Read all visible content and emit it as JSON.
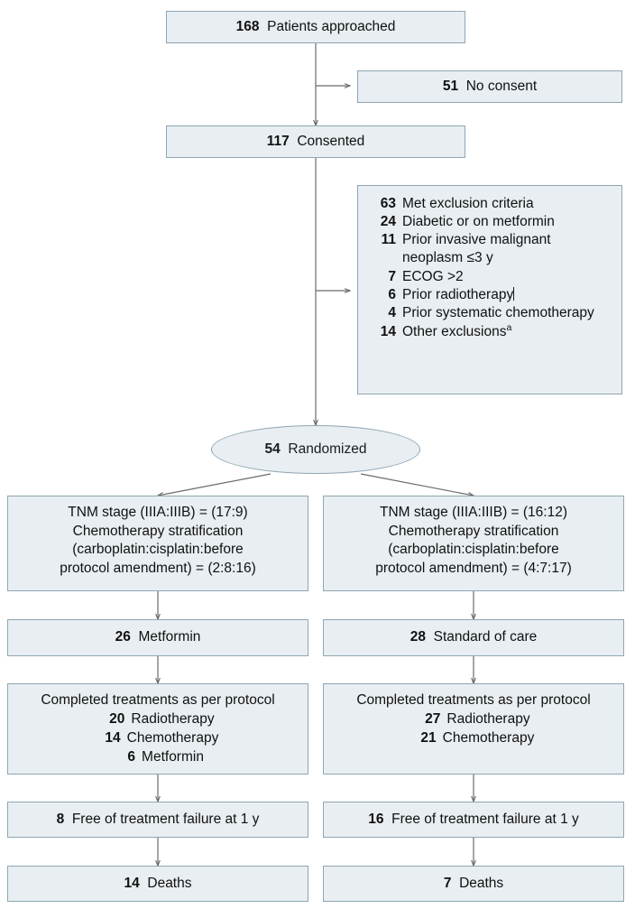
{
  "diagram": {
    "type": "consort-flow-diagram",
    "nodes": {
      "approached": {
        "num": "168",
        "label": "Patients approached"
      },
      "no_consent": {
        "num": "51",
        "label": "No consent"
      },
      "consented": {
        "num": "117",
        "label": "Consented"
      },
      "exclusions": {
        "header_num": "63",
        "header_label": "Met exclusion criteria",
        "items": [
          {
            "num": "24",
            "label": "Diabetic or on metformin"
          },
          {
            "num": "11",
            "label": "Prior invasive malignant neoplasm ≤3 y"
          },
          {
            "num": "7",
            "label": "ECOG >2"
          },
          {
            "num": "6",
            "label": "Prior radiotherapy"
          },
          {
            "num": "4",
            "label": "Prior systematic chemotherapy"
          },
          {
            "num": "14",
            "label": "Other exclusions",
            "footnote": "a"
          }
        ]
      },
      "randomized": {
        "num": "54",
        "label": "Randomized"
      },
      "left_strat": {
        "line1": "TNM stage (IIIA:IIIB) = (17:9)",
        "line2": "Chemotherapy stratification",
        "line3": "(carboplatin:cisplatin:before",
        "line4": "protocol amendment) = (2:8:16)"
      },
      "right_strat": {
        "line1": "TNM stage (IIIA:IIIB) = (16:12)",
        "line2": "Chemotherapy stratification",
        "line3": "(carboplatin:cisplatin:before",
        "line4": "protocol amendment) = (4:7:17)"
      },
      "left_arm": {
        "num": "26",
        "label": "Metformin"
      },
      "right_arm": {
        "num": "28",
        "label": "Standard of care"
      },
      "left_completed": {
        "header": "Completed treatments as per protocol",
        "items": [
          {
            "num": "20",
            "label": "Radiotherapy"
          },
          {
            "num": "14",
            "label": "Chemotherapy"
          },
          {
            "num": "6",
            "label": "Metformin"
          }
        ]
      },
      "right_completed": {
        "header": "Completed treatments as per protocol",
        "items": [
          {
            "num": "27",
            "label": "Radiotherapy"
          },
          {
            "num": "21",
            "label": "Chemotherapy"
          }
        ]
      },
      "left_free": {
        "num": "8",
        "label": "Free of treatment failure at 1 y"
      },
      "right_free": {
        "num": "16",
        "label": "Free of treatment failure at 1 y"
      },
      "left_deaths": {
        "num": "14",
        "label": "Deaths"
      },
      "right_deaths": {
        "num": "7",
        "label": "Deaths"
      }
    },
    "colors": {
      "box_fill": "#e8eef2",
      "box_border": "#8fa6b3",
      "connector": "#6b6b6b",
      "text": "#111111"
    }
  }
}
